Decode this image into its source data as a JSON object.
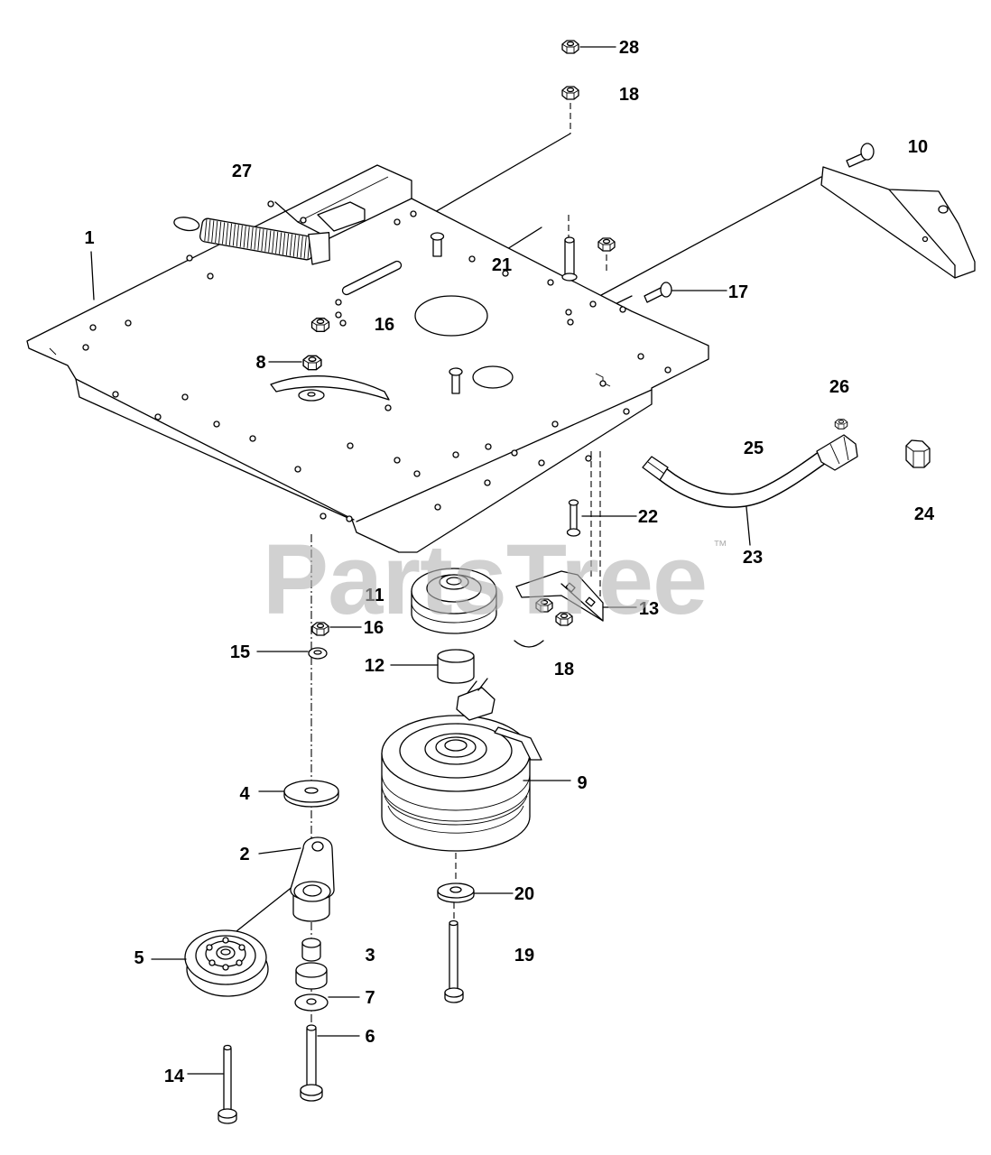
{
  "callouts": [
    "28",
    "18",
    "10",
    "27",
    "1",
    "21",
    "17",
    "16",
    "8",
    "26",
    "25",
    "24",
    "22",
    "23",
    "11",
    "16",
    "13",
    "15",
    "12",
    "18",
    "9",
    "4",
    "2",
    "20",
    "5",
    "3",
    "19",
    "7",
    "6",
    "14"
  ],
  "watermark": {
    "brand": "PartsTree",
    "trademark": "™"
  }
}
